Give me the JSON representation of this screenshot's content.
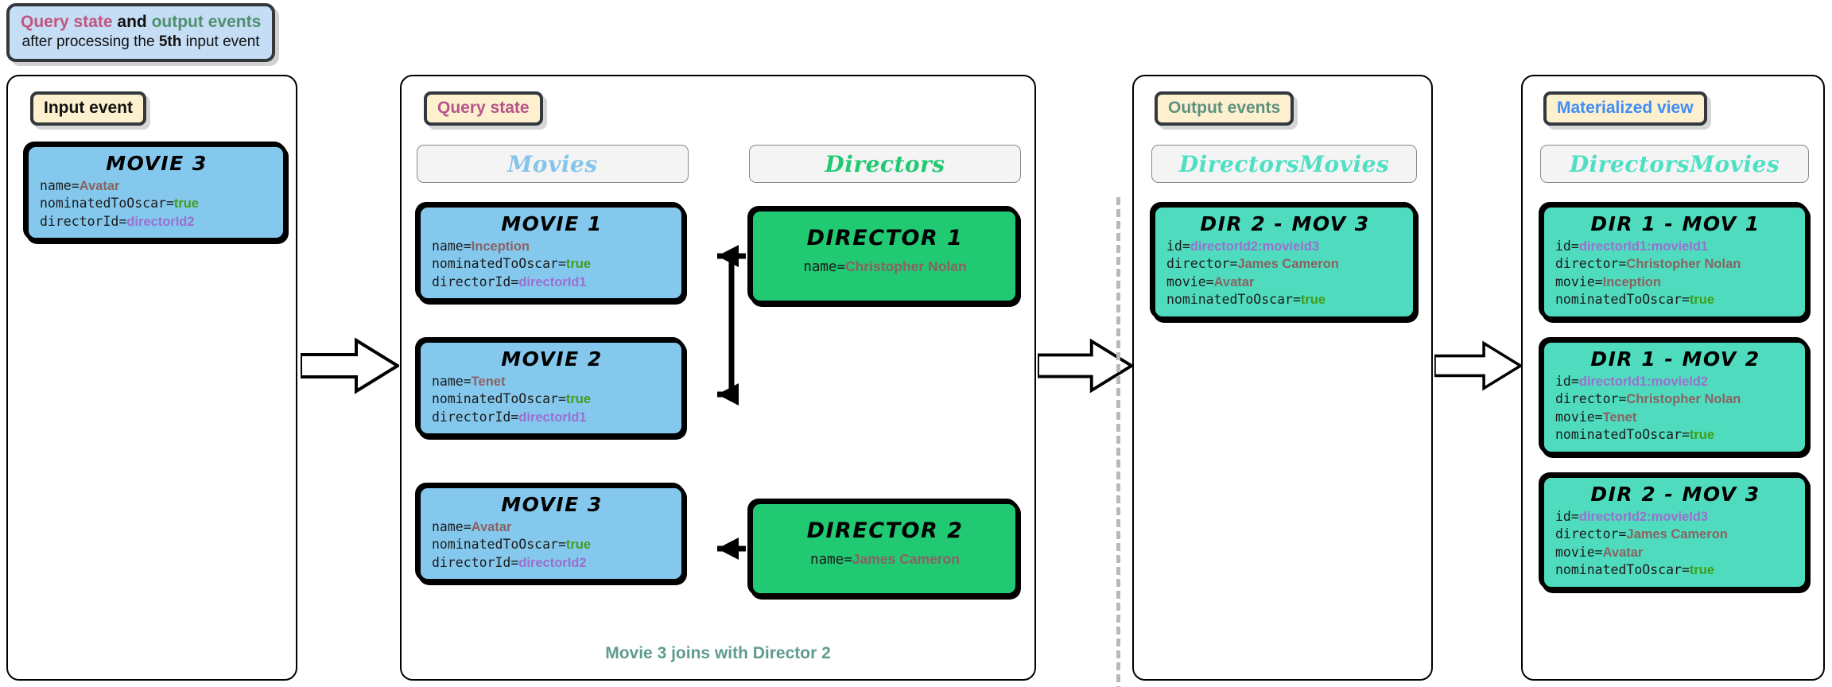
{
  "caption": {
    "part1": "Query state",
    "part2": " and ",
    "part3": "output events",
    "line2_pre": "after processing the ",
    "line2_bold": "5th",
    "line2_post": " input event"
  },
  "colors": {
    "pink": "#c2557f",
    "green": "#4f8f6f",
    "badge_bg": "#fdf0cf",
    "movie_blue": "#85c8ee",
    "director_green": "#22c973",
    "join_teal": "#4fdcbe",
    "value_name": "#8a6262",
    "value_true": "#3f9e18",
    "value_id": "#9c6fd0"
  },
  "panels": {
    "input": {
      "badge": "Input event",
      "card": {
        "title": "Movie 3",
        "attrs": [
          {
            "key": "name=",
            "value": "Avatar",
            "kind": "name"
          },
          {
            "key": "nominatedToOscar=",
            "value": "true",
            "kind": "true"
          },
          {
            "key": "directorId=",
            "value": "directorId2",
            "kind": "id"
          }
        ]
      }
    },
    "query": {
      "badge": "Query state",
      "tables": {
        "movies": "Movies",
        "directors": "Directors"
      },
      "note": "Movie 3 joins with Director 2",
      "movies": [
        {
          "title": "Movie 1",
          "attrs": [
            {
              "key": "name=",
              "value": "Inception",
              "kind": "name"
            },
            {
              "key": "nominatedToOscar=",
              "value": "true",
              "kind": "true"
            },
            {
              "key": "directorId=",
              "value": "directorId1",
              "kind": "id"
            }
          ]
        },
        {
          "title": "Movie 2",
          "attrs": [
            {
              "key": "name=",
              "value": "Tenet",
              "kind": "name"
            },
            {
              "key": "nominatedToOscar=",
              "value": "true",
              "kind": "true"
            },
            {
              "key": "directorId=",
              "value": "directorId1",
              "kind": "id"
            }
          ]
        },
        {
          "title": "Movie 3",
          "attrs": [
            {
              "key": "name=",
              "value": "Avatar",
              "kind": "name"
            },
            {
              "key": "nominatedToOscar=",
              "value": "true",
              "kind": "true"
            },
            {
              "key": "directorId=",
              "value": "directorId2",
              "kind": "id"
            }
          ]
        }
      ],
      "directors": [
        {
          "title": "Director 1",
          "attrs": [
            {
              "key": "name=",
              "value": "Christopher Nolan",
              "kind": "name"
            }
          ]
        },
        {
          "title": "Director 2",
          "attrs": [
            {
              "key": "name=",
              "value": "James Cameron",
              "kind": "name"
            }
          ]
        }
      ]
    },
    "output": {
      "badge": "Output events",
      "table": "DirectorsMovies",
      "cards": [
        {
          "title": "Dir 2 - Mov 3",
          "attrs": [
            {
              "key": "id=",
              "value": "directorId2:movieId3",
              "kind": "id"
            },
            {
              "key": "director=",
              "value": "James Cameron",
              "kind": "name"
            },
            {
              "key": "movie=",
              "value": "Avatar",
              "kind": "name"
            },
            {
              "key": "nominatedToOscar=",
              "value": "true",
              "kind": "true"
            }
          ]
        }
      ]
    },
    "matview": {
      "badge": "Materialized view",
      "table": "DirectorsMovies",
      "cards": [
        {
          "title": "Dir 1 - Mov 1",
          "attrs": [
            {
              "key": "id=",
              "value": "directorId1:movieId1",
              "kind": "id"
            },
            {
              "key": "director=",
              "value": "Christopher Nolan",
              "kind": "name"
            },
            {
              "key": "movie=",
              "value": "Inception",
              "kind": "name"
            },
            {
              "key": "nominatedToOscar=",
              "value": "true",
              "kind": "true"
            }
          ]
        },
        {
          "title": "Dir 1 - Mov 2",
          "attrs": [
            {
              "key": "id=",
              "value": "directorId1:movieId2",
              "kind": "id"
            },
            {
              "key": "director=",
              "value": "Christopher Nolan",
              "kind": "name"
            },
            {
              "key": "movie=",
              "value": "Tenet",
              "kind": "name"
            },
            {
              "key": "nominatedToOscar=",
              "value": "true",
              "kind": "true"
            }
          ]
        },
        {
          "title": "Dir 2 - Mov 3",
          "attrs": [
            {
              "key": "id=",
              "value": "directorId2:movieId3",
              "kind": "id"
            },
            {
              "key": "director=",
              "value": "James Cameron",
              "kind": "name"
            },
            {
              "key": "movie=",
              "value": "Avatar",
              "kind": "name"
            },
            {
              "key": "nominatedToOscar=",
              "value": "true",
              "kind": "true"
            }
          ]
        }
      ]
    }
  }
}
